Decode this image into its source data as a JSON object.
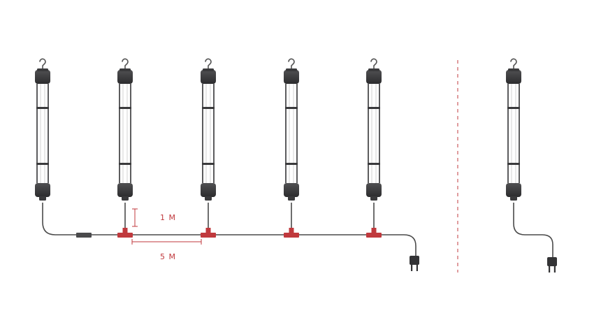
{
  "diagram": {
    "dimensions": {
      "drop_length": "1 M",
      "spacing": "5 M"
    },
    "colors": {
      "lamp_body": "#3a3a3c",
      "cable": "#4a4a4a",
      "connector": "#c0393d",
      "dimension": "#c0393d",
      "separator": "#c0393d"
    },
    "chain": {
      "lamp_count": 5,
      "connector_count": 4,
      "plug": "plug-icon"
    },
    "single": {
      "lamp_count": 1,
      "plug": "plug-icon"
    }
  }
}
